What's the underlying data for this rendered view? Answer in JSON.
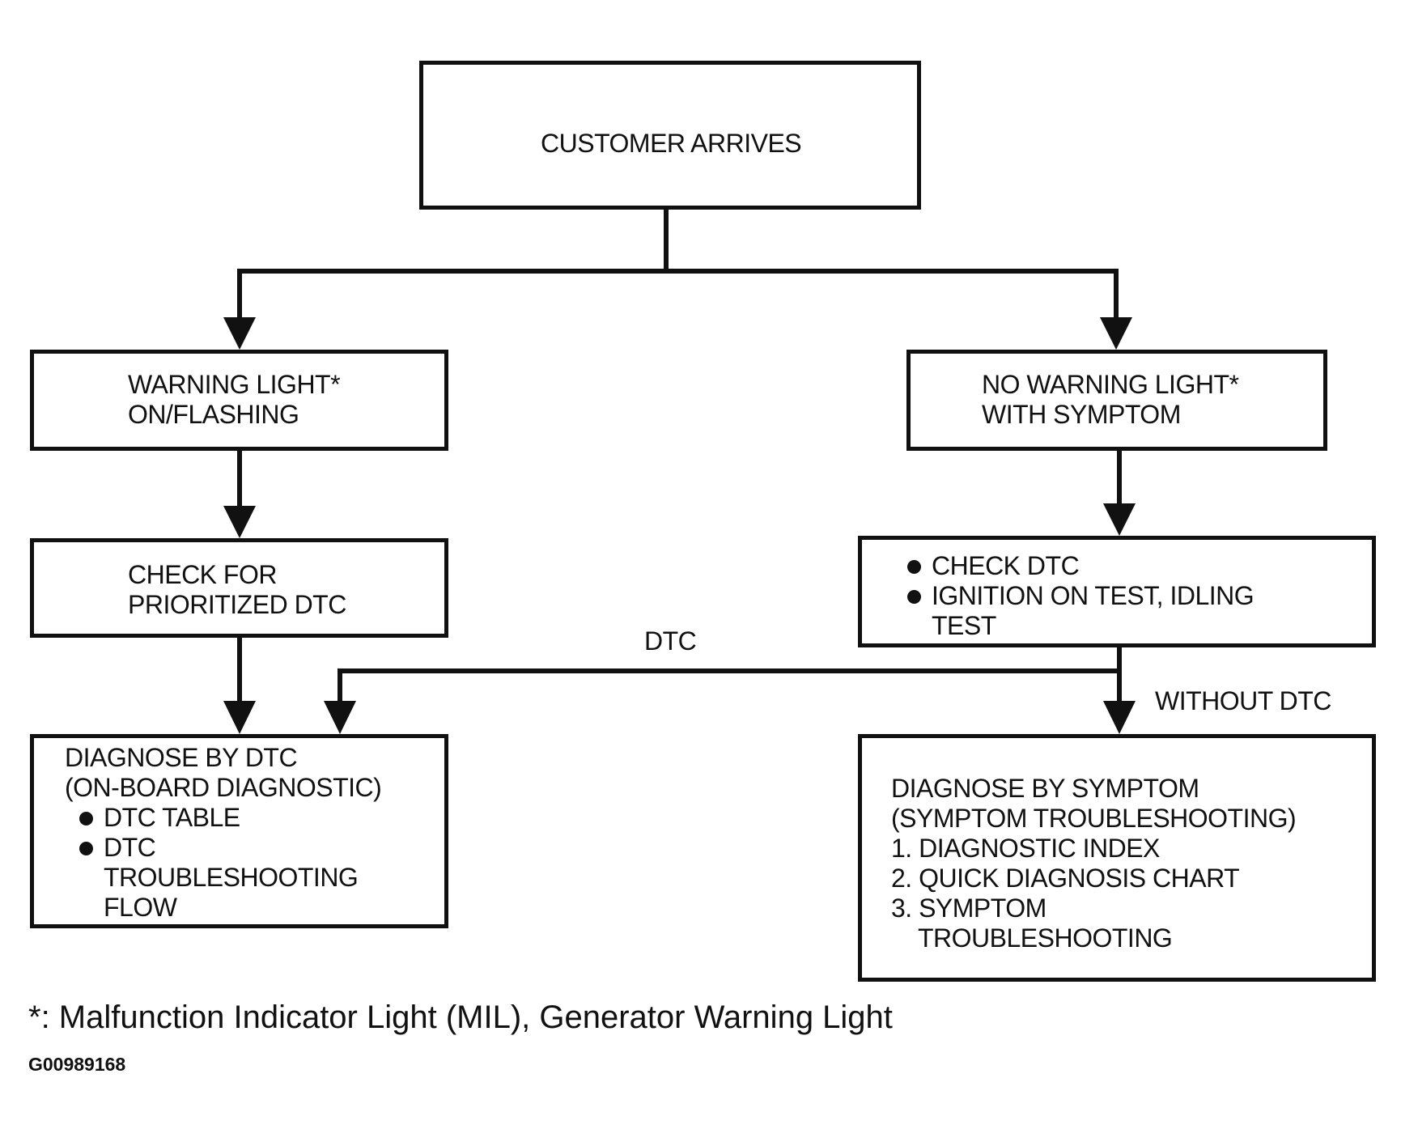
{
  "nodes": {
    "customer_arrives": "CUSTOMER ARRIVES",
    "warning_light": {
      "line1": "WARNING LIGHT*",
      "line2": "ON/FLASHING"
    },
    "no_warning_light": {
      "line1": "NO WARNING LIGHT*",
      "line2": "WITH SYMPTOM"
    },
    "check_prioritized": {
      "line1": "CHECK FOR",
      "line2": "PRIORITIZED DTC"
    },
    "check_dtc": {
      "item1": "CHECK DTC",
      "item2_line1": "IGNITION ON TEST, IDLING",
      "item2_line2": "TEST"
    },
    "diagnose_dtc": {
      "line1": "DIAGNOSE BY DTC",
      "line2": "(ON-BOARD DIAGNOSTIC)",
      "item1": "DTC TABLE",
      "item2_line1": "DTC",
      "item2_line2": "TROUBLESHOOTING",
      "item2_line3": "FLOW"
    },
    "diagnose_symptom": {
      "line1": "DIAGNOSE BY SYMPTOM",
      "line2": "(SYMPTOM TROUBLESHOOTING)",
      "line3": "1. DIAGNOSTIC INDEX",
      "line4": "2. QUICK DIAGNOSIS CHART",
      "line5": "3. SYMPTOM",
      "line6": "TROUBLESHOOTING"
    }
  },
  "edge_labels": {
    "dtc": "DTC",
    "without_dtc": "WITHOUT DTC"
  },
  "footnote": "*: Malfunction Indicator Light (MIL), Generator Warning Light",
  "figure_id": "G00989168"
}
